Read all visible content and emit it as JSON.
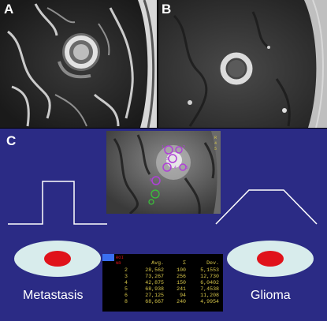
{
  "panels": {
    "a": {
      "label": "A"
    },
    "b": {
      "label": "B"
    },
    "c": {
      "label": "C"
    }
  },
  "labels": {
    "metastasis": "Metastasis",
    "glioma": "Glioma"
  },
  "colors": {
    "panel_c_background": "#2b2b85",
    "ellipse_fill": "#d8ecec",
    "lesion_core": "#e0121a",
    "profile_line": "#ffffff",
    "roi_purple": "#b040d8",
    "roi_green": "#38c838",
    "table_text": "#d9c84a"
  },
  "roi_table": {
    "side_labels": [
      "ROI",
      "NR"
    ],
    "headers": [
      "Avg.",
      "Σ",
      "Dev."
    ],
    "rows": [
      {
        "n": "2",
        "avg": "28,562",
        "sigma": "100",
        "dev": "5,1553"
      },
      {
        "n": "3",
        "avg": "73,267",
        "sigma": "256",
        "dev": "12,730"
      },
      {
        "n": "4",
        "avg": "42,875",
        "sigma": "150",
        "dev": "6,0402"
      },
      {
        "n": "5",
        "avg": "68,938",
        "sigma": "241",
        "dev": "7,4538"
      },
      {
        "n": "6",
        "avg": "27,125",
        "sigma": "94",
        "dev": "11,208"
      },
      {
        "n": "8",
        "avg": "68,667",
        "sigma": "240",
        "dev": "4,9954"
      }
    ]
  }
}
